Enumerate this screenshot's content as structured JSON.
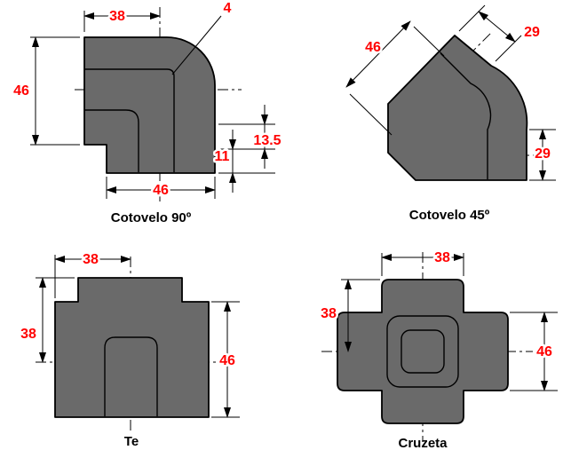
{
  "palette": {
    "body_fill": "#6a6a6a",
    "outline": "#000000",
    "dimension_text": "#ff0000",
    "label_text": "#000000",
    "background": "#ffffff"
  },
  "fittings": {
    "cotovelo90": {
      "label": "Cotovelo 90º",
      "dims": {
        "top_width": "38",
        "corner_radius": "4",
        "left_height": "46",
        "bottom_width": "46",
        "right_upper": "13.5",
        "right_lower": "11"
      }
    },
    "cotovelo45": {
      "label": "Cotovelo 45º",
      "dims": {
        "diagonal": "46",
        "top_face": "29",
        "right_face": "29"
      }
    },
    "te": {
      "label": "Te",
      "dims": {
        "top_width": "38",
        "left_height": "38",
        "right_height": "46"
      }
    },
    "cruzeta": {
      "label": "Cruzeta",
      "dims": {
        "top_width": "38",
        "left_height": "38",
        "right_height": "46"
      }
    }
  }
}
